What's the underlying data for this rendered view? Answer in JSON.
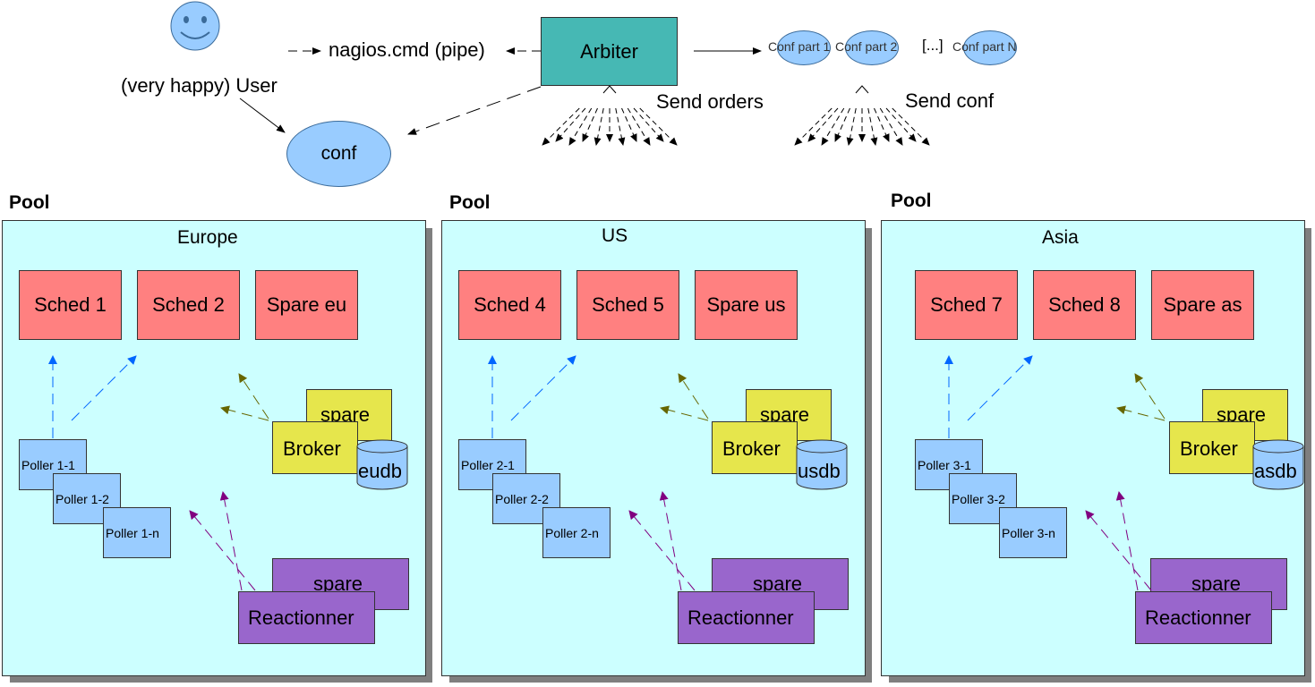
{
  "top": {
    "pipe_label": "nagios.cmd (pipe)",
    "user_label": "(very happy) User",
    "arbiter_label": "Arbiter",
    "conf_label": "conf",
    "send_orders_label": "Send orders",
    "send_conf_label": "Send conf",
    "ellipsis_label": "[...]",
    "conf_parts": [
      "Conf part 1",
      "Conf part 2",
      "Conf part N"
    ]
  },
  "pools": [
    {
      "pool_label": "Pool",
      "region": "Europe",
      "scheds": [
        "Sched 1",
        "Sched 2",
        "Spare eu"
      ],
      "broker_spare": "spare",
      "broker": "Broker",
      "db": "eudb",
      "pollers": [
        "Poller 1-1",
        "Poller 1-2",
        "Poller 1-n"
      ],
      "reactionner_spare": "spare",
      "reactionner": "Reactionner"
    },
    {
      "pool_label": "Pool",
      "region": "US",
      "scheds": [
        "Sched 4",
        "Sched 5",
        "Spare us"
      ],
      "broker_spare": "spare",
      "broker": "Broker",
      "db": "usdb",
      "pollers": [
        "Poller 2-1",
        "Poller 2-2",
        "Poller 2-n"
      ],
      "reactionner_spare": "spare",
      "reactionner": "Reactionner"
    },
    {
      "pool_label": "Pool",
      "region": "Asia",
      "scheds": [
        "Sched 7",
        "Sched 8",
        "Spare as"
      ],
      "broker_spare": "spare",
      "broker": "Broker",
      "db": "asdb",
      "pollers": [
        "Poller 3-1",
        "Poller 3-2",
        "Poller 3-n"
      ],
      "reactionner_spare": "spare",
      "reactionner": "Reactionner"
    }
  ],
  "colors": {
    "arbiter": "#46b8b4",
    "conf": "#99ccff",
    "pool_background": "#ccffff",
    "scheduler": "#ff8080",
    "broker": "#e6e64c",
    "poller": "#99ccff",
    "reactionner": "#9966cc",
    "poller_arrow": "#0066ff",
    "broker_arrow": "#666600",
    "reactionner_arrow": "#800080"
  },
  "icons": {
    "user": "smiley-face-icon",
    "database": "database-cylinder-icon"
  }
}
